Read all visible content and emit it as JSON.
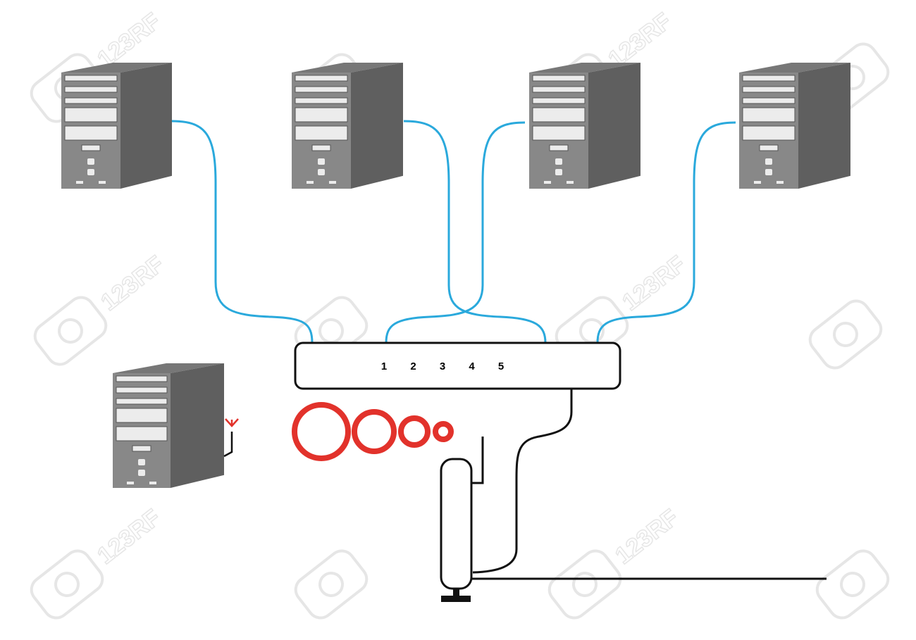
{
  "colors": {
    "tower_front": "#888888",
    "tower_side": "#5f5f5f",
    "tower_top": "#777777",
    "bay": "#ececec",
    "cable": "#2aa9dc",
    "wire": "#111111",
    "signal": "#e2322b",
    "switch_fill": "#ffffff",
    "switch_stroke": "#111111",
    "watermark": "#e6e6e6"
  },
  "switch": {
    "port_labels": [
      "1",
      "2",
      "3",
      "4",
      "5"
    ]
  },
  "icons": {
    "tower": "computer-tower-icon",
    "signal": "wireless-signal-icon",
    "antenna": "antenna-icon",
    "modem": "modem-icon",
    "watermark": "camera-watermark-icon"
  },
  "watermark": {
    "text": "123RF"
  }
}
